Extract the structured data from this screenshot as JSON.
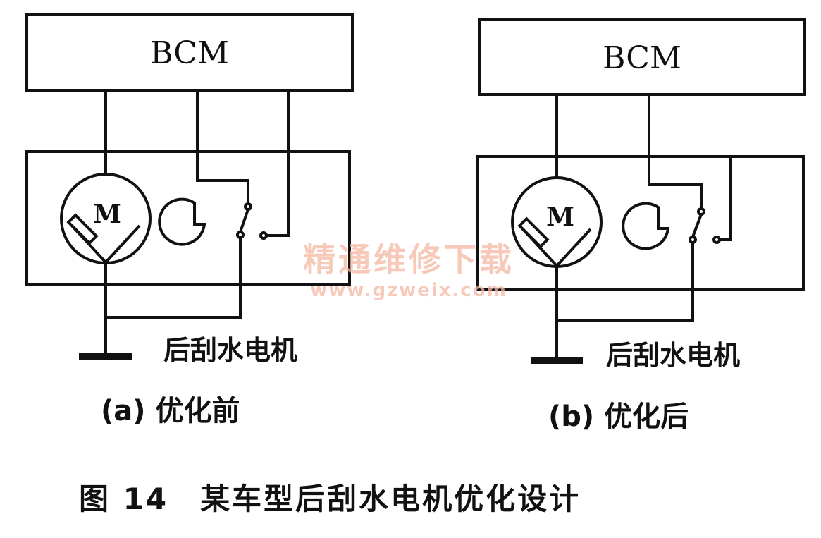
{
  "panels": [
    {
      "id": "a",
      "bcm_label": "BCM",
      "motor_label": "M",
      "component_label": "后刮水电机",
      "caption": "(a) 优化前"
    },
    {
      "id": "b",
      "bcm_label": "BCM",
      "motor_label": "M",
      "component_label": "后刮水电机",
      "caption": "(b) 优化后"
    }
  ],
  "figure_caption": "图 14　某车型后刮水电机优化设计",
  "watermark": {
    "line1": "精通维修下载",
    "line2": "www.gzweix.com"
  },
  "colors": {
    "ink": "#111111",
    "watermark": "#f4b8a2",
    "background": "#ffffff"
  }
}
